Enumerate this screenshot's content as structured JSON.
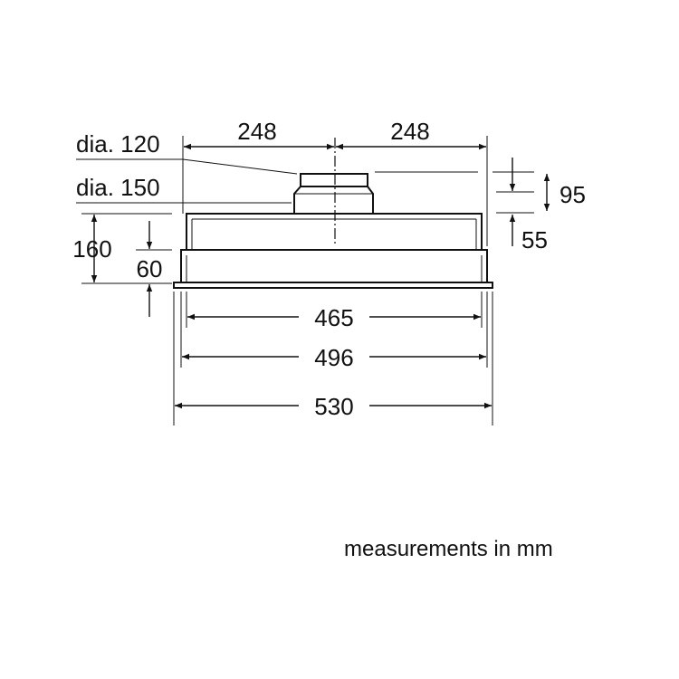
{
  "dimensions": {
    "half_width_left": "248",
    "half_width_right": "248",
    "duct_diameter_inner": "dia. 120",
    "duct_diameter_outer": "dia. 150",
    "total_height": "160",
    "lower_height": "60",
    "duct_offset_top": "95",
    "duct_offset_bottom": "55",
    "cutout_width": "465",
    "frame_width": "496",
    "overall_width": "530"
  },
  "footer": {
    "note": "measurements in mm"
  }
}
